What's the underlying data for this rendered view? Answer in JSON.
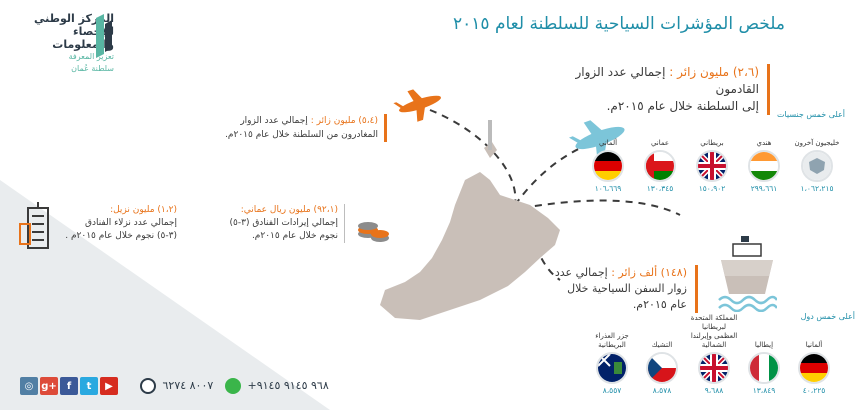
{
  "header": {
    "logo_line1": "المركز الوطني",
    "logo_line2": "للإحصاء",
    "logo_line3": "والمعلومات",
    "logo_tagline": "تعزيز المعرفة",
    "logo_country": "سلطنة عُمان",
    "title": "ملخص المؤشرات السياحية للسلطنة لعام ٢٠١٥"
  },
  "arrivals": {
    "value": "(٢،٦) مليون زائر :",
    "text1": "إجمالي  عدد الزوار القادمون",
    "text2": "إلى السلطنة خلال عام ٢٠١٥م."
  },
  "departures": {
    "value": "(٥،٤) مليون زائر :",
    "text1": "إجمالي عدد الزوار",
    "text2": "المغادرون من السلطنة خلال عام ٢٠١٥م."
  },
  "nationalities": {
    "title": "أعلى خمس جنسيات",
    "items": [
      {
        "label": "خليجيون آخرون",
        "value": "١،٠٦٢،٢١٥",
        "flag": "gcc"
      },
      {
        "label": "هندي",
        "value": "٢٩٩،٦٦١",
        "flag": "india"
      },
      {
        "label": "بريطاني",
        "value": "١٥٠،٩٠٢",
        "flag": "uk"
      },
      {
        "label": "عماني",
        "value": "١٣٠،٣٤٥",
        "flag": "oman"
      },
      {
        "label": "ألماني",
        "value": "١٠٦،٦٦٩",
        "flag": "germany"
      }
    ]
  },
  "hotel_revenue": {
    "value": "(٩٢،١) مليون ريال عماني:",
    "text1": "إجمالي إيرادات الفنادق (٣-٥)",
    "text2": "نجوم خلال عام ٢٠١٥م."
  },
  "hotel_guests": {
    "value": "(١،٢) مليون نزيل:",
    "text1": "إجمالي عدد نزلاء الفنادق",
    "text2": "(٣-٥) نجوم خلال عام ٢٠١٥م ."
  },
  "cruise": {
    "value": "(١٤٨) ألف زائر :",
    "text1": "إجمالي عدد",
    "text2": "زوار السفن السياحية خلال",
    "text3": "عام ٢٠١٥م."
  },
  "countries": {
    "title": "أعلى خمس دول",
    "items": [
      {
        "label": "ألمانيا",
        "value": "٤٠،٢٢٥",
        "flag": "germany"
      },
      {
        "label": "إيطاليا",
        "value": "١٣،٨٤٩",
        "flag": "italy"
      },
      {
        "label": "المملكة المتحدة لبريطانيا العظمى وإيرلندا الشمالية",
        "value": "٩،٦٨٨",
        "flag": "uk"
      },
      {
        "label": "التشيك",
        "value": "٨،٥٧٨",
        "flag": "czech"
      },
      {
        "label": "جزر العذراء البريطانية",
        "value": "٨،٥٥٧",
        "flag": "bvi"
      }
    ]
  },
  "footer": {
    "phone_main": "+٩٦٨ ٩١٤٥ ٩١٤٥",
    "phone_toll": "٨٠٠٧ ٦٢٧٤",
    "social": [
      "youtube-icon",
      "twitter-icon",
      "facebook-icon",
      "googleplus-icon",
      "instagram-icon"
    ]
  },
  "colors": {
    "teal": "#1f8ea8",
    "orange": "#e8731a",
    "map": "#c9bfb8",
    "plane_blue": "#7cc5d9"
  }
}
